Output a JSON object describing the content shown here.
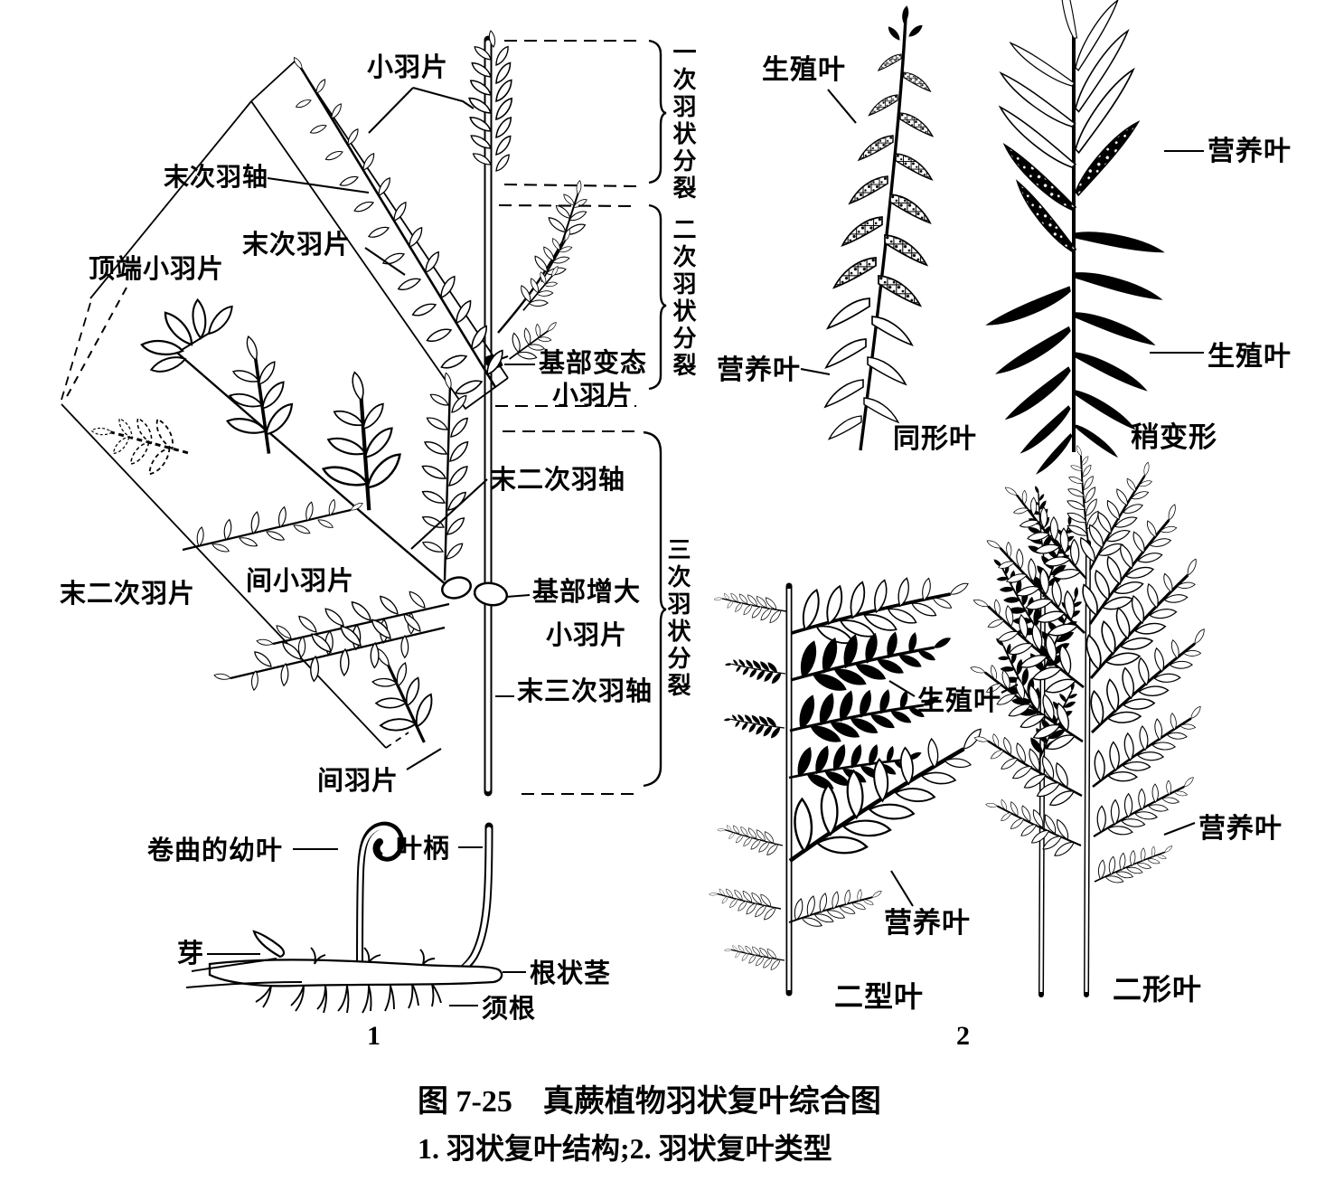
{
  "figure": {
    "caption_line1": "图 7-25　真蕨植物羽状复叶综合图",
    "caption_line2": "1. 羽状复叶结构;2. 羽状复叶类型",
    "part1_number": "1",
    "part2_number": "2"
  },
  "part1": {
    "labels": {
      "xiao_yu_pian": "小羽片",
      "mo_ci_yu_zhou": "末次羽轴",
      "mo_ci_yu_pian": "末次羽片",
      "ding_duan_xiao_yu_pian": "顶端小羽片",
      "ji_bu_bian_tai_l1": "基部变态",
      "ji_bu_bian_tai_l2": "小羽片",
      "mo_er_ci_yu_zhou": "末二次羽轴",
      "mo_er_ci_yu_pian": "末二次羽片",
      "jian_xiao_yu_pian": "间小羽片",
      "ji_bu_zeng_da_l1": "基部增大",
      "ji_bu_zeng_da_l2": "小羽片",
      "mo_san_ci_yu_zhou": "末三次羽轴",
      "jian_yu_pian": "间羽片",
      "juan_qu_de_you_ye": "卷曲的幼叶",
      "ye_bing": "叶柄",
      "ya": "芽",
      "gen_zhuang_jing": "根状茎",
      "xu_gen": "须根"
    },
    "brackets": {
      "first": "一次羽状分裂",
      "second": "二次羽状分裂",
      "third": "三次羽状分裂"
    }
  },
  "part2": {
    "labels": {
      "sheng_zhi_ye_a": "生殖叶",
      "ying_yang_ye_a": "营养叶",
      "tong_xing_ye": "同形叶",
      "ying_yang_ye_b": "营养叶",
      "sheng_zhi_ye_b": "生殖叶",
      "shao_bian_xing": "稍变形",
      "sheng_zhi_ye_c": "生殖叶",
      "ying_yang_ye_c": "营养叶",
      "ying_yang_ye_d": "营养叶",
      "er_xing_ye_1": "二型叶",
      "er_xing_ye_2": "二形叶"
    }
  }
}
